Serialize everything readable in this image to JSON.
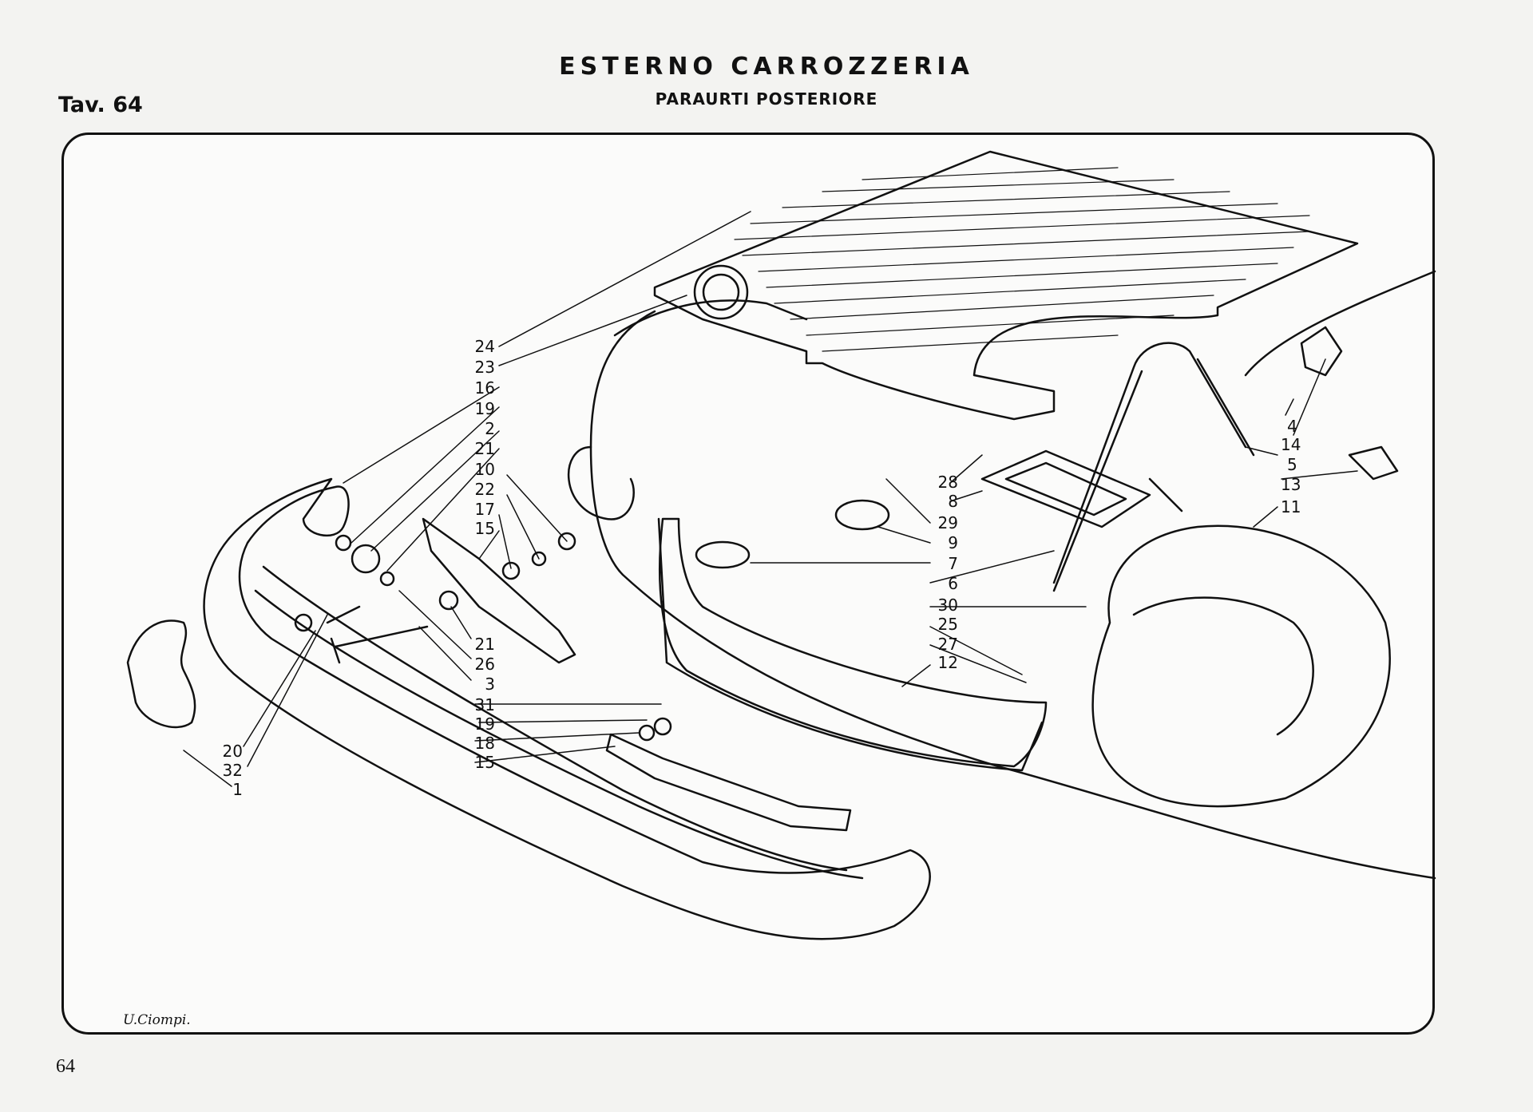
{
  "header": {
    "title": "ESTERNO CARROZZERIA",
    "subtitle": "PARAURTI POSTERIORE",
    "plate": "Tav. 64"
  },
  "callouts": [
    "24",
    "23",
    "16",
    "19",
    "2",
    "21",
    "10",
    "22",
    "17",
    "15",
    "21",
    "26",
    "3",
    "31",
    "19",
    "18",
    "15",
    "20",
    "32",
    "1",
    "28",
    "8",
    "29",
    "9",
    "7",
    "6",
    "30",
    "25",
    "27",
    "12",
    "4",
    "14",
    "5",
    "13",
    "11"
  ],
  "signature": "U.Ciompi.",
  "page_number": "64"
}
